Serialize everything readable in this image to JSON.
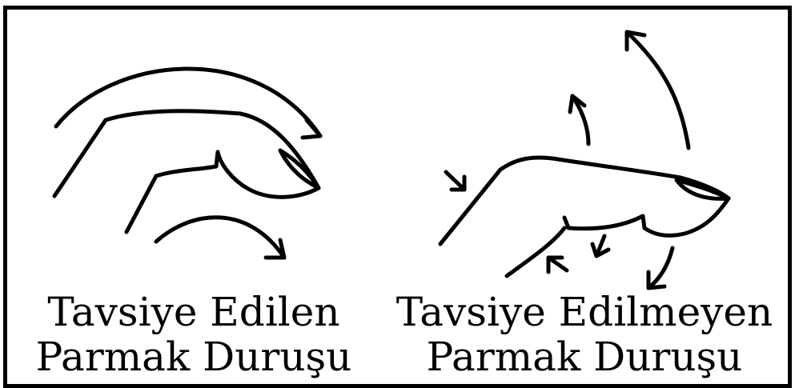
{
  "panels": [
    {
      "id": "recommended",
      "caption_line1": "Tavsiye Edilen",
      "caption_line2": "Parmak Duruşu"
    },
    {
      "id": "not-recommended",
      "caption_line1": "Tavsiye Edilmeyen",
      "caption_line2": "Parmak Duruşu"
    }
  ],
  "colors": {
    "stroke": "#000000",
    "background": "#ffffff"
  }
}
